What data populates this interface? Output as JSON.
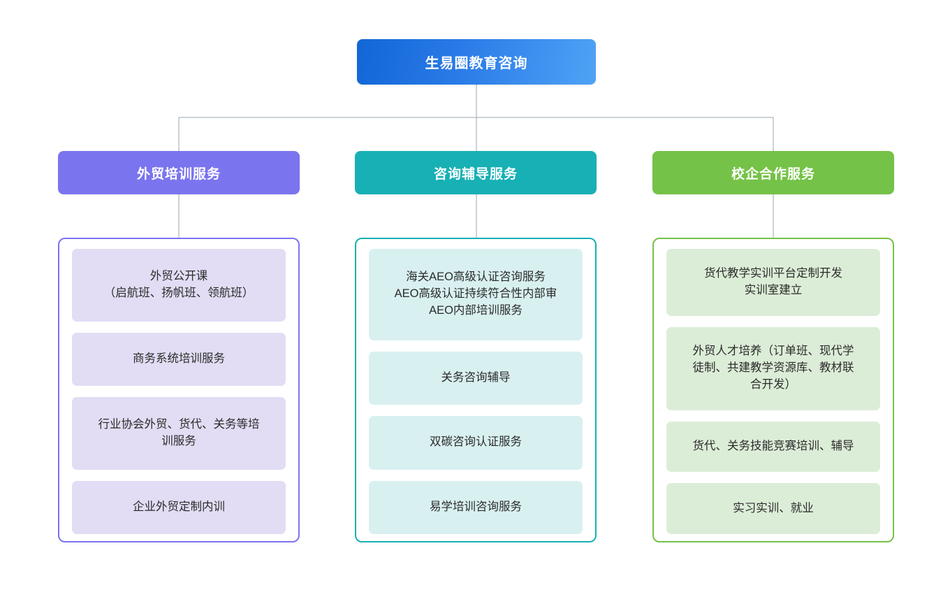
{
  "diagram": {
    "type": "organization-chart",
    "root": {
      "label": "生易圈教育咨询",
      "color_start": "#1266d6",
      "color_end": "#4ea3f5"
    },
    "connector_color": "#9aa7b4",
    "branches": [
      {
        "label": "外贸培训服务",
        "header_color": "#7b74ef",
        "panel_border_color": "#7b74ef",
        "card_color": "#e2ddf4",
        "items": [
          {
            "lines": [
              "外贸公开课",
              "（启航班、扬帆班、领航班）"
            ]
          },
          {
            "lines": [
              "商务系统培训服务"
            ]
          },
          {
            "lines": [
              "行业协会外贸、货代、关务等培",
              "训服务"
            ]
          },
          {
            "lines": [
              "企业外贸定制内训"
            ]
          }
        ]
      },
      {
        "label": "咨询辅导服务",
        "header_color": "#17b0b5",
        "panel_border_color": "#17b0b5",
        "card_color": "#d9f0f1",
        "items": [
          {
            "lines": [
              "海关AEO高级认证咨询服务",
              "AEO高级认证持续符合性内部审",
              "AEO内部培训服务"
            ]
          },
          {
            "lines": [
              "关务咨询辅导"
            ]
          },
          {
            "lines": [
              "双碳咨询认证服务"
            ]
          },
          {
            "lines": [
              "易学培训咨询服务"
            ]
          }
        ]
      },
      {
        "label": "校企合作服务",
        "header_color": "#74c247",
        "panel_border_color": "#74c247",
        "card_color": "#dcedd7",
        "items": [
          {
            "lines": [
              "货代教学实训平台定制开发",
              "实训室建立"
            ]
          },
          {
            "lines": [
              "外贸人才培养（订单班、现代学",
              "徒制、共建教学资源库、教材联",
              "合开发）"
            ]
          },
          {
            "lines": [
              "货代、关务技能竞赛培训、辅导"
            ]
          },
          {
            "lines": [
              "实习实训、就业"
            ]
          }
        ]
      }
    ]
  }
}
